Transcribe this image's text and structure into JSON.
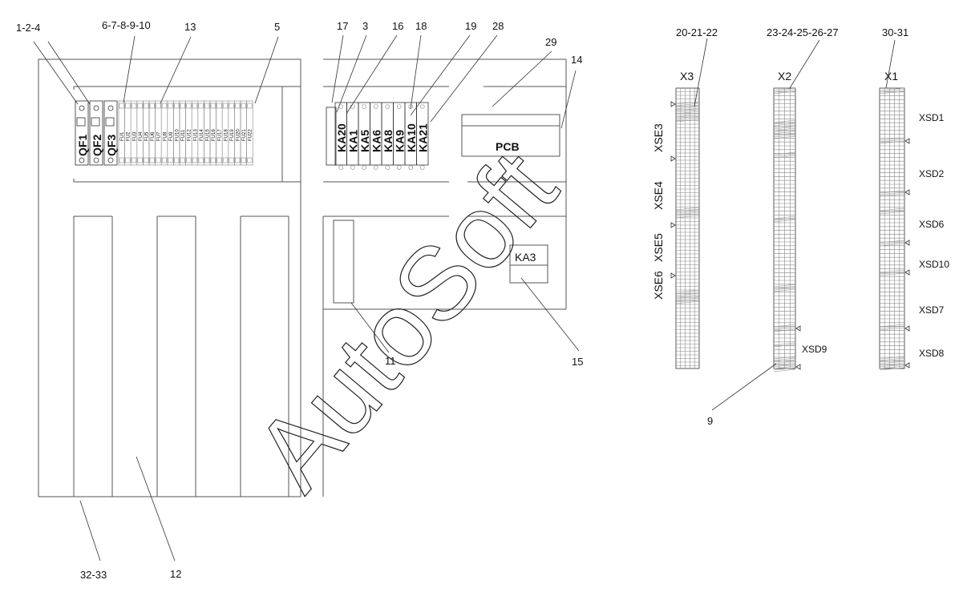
{
  "callouts": {
    "c1_2_4": "1-2-4",
    "c6_10": "6-7-8-9-10",
    "c13": "13",
    "c5": "5",
    "c17": "17",
    "c3": "3",
    "c16": "16",
    "c18": "18",
    "c19": "19",
    "c28": "28",
    "c29": "29",
    "c14": "14",
    "c20_22": "20-21-22",
    "c23_27": "23-24-25-26-27",
    "c30_31": "30-31",
    "c11": "11",
    "c15": "15",
    "c9": "9",
    "c32_33": "32-33",
    "c12": "12"
  },
  "breakers": [
    "QF1",
    "QF2",
    "QF3"
  ],
  "fuses": [
    "FU1",
    "FU2",
    "FU3",
    "FU4",
    "FU5",
    "FU6",
    "FU7",
    "FU8",
    "FU9",
    "FU10",
    "FU11",
    "FU12",
    "FU13",
    "FU14",
    "FU15",
    "FU16",
    "FU17",
    "FU18",
    "FU19",
    "FU20",
    "FU21",
    "FU22"
  ],
  "relays": [
    "KA20",
    "KA1",
    "KA5",
    "KA6",
    "KA8",
    "KA9",
    "KA10",
    "KA21"
  ],
  "pcb": "PCB",
  "ka3": "KA3",
  "terminals": {
    "x3": "X3",
    "x2": "X2",
    "x1": "X1"
  },
  "xse": [
    "XSE3",
    "XSE4",
    "XSE5",
    "XSE6"
  ],
  "xsd": [
    "XSD1",
    "XSD2",
    "XSD6",
    "XSD10",
    "XSD7",
    "XSD8"
  ],
  "xsd9": "XSD9",
  "watermark": "AutoSoft"
}
